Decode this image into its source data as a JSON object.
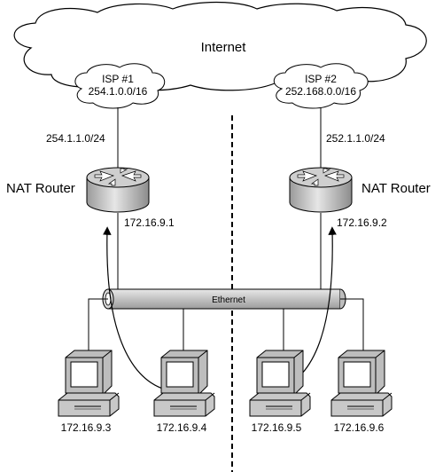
{
  "internet": {
    "label": "Internet"
  },
  "isp1": {
    "name": "ISP #1",
    "network": "254.1.0.0/16",
    "link": "254.1.1.0/24"
  },
  "isp2": {
    "name": "ISP #2",
    "network": "252.168.0.0/16",
    "link": "252.1.1.0/24"
  },
  "router1": {
    "label": "NAT Router",
    "ip": "172.16.9.1"
  },
  "router2": {
    "label": "NAT Router",
    "ip": "172.16.9.2"
  },
  "lan": {
    "label": "Ethernet"
  },
  "hosts": [
    {
      "ip": "172.16.9.3"
    },
    {
      "ip": "172.16.9.4"
    },
    {
      "ip": "172.16.9.5"
    },
    {
      "ip": "172.16.9.6"
    }
  ],
  "colors": {
    "router_body": "#c8c8c8",
    "router_top": "#b0b0b0",
    "pipe": "#bdbdbd",
    "pc_body": "#c4c4c4"
  }
}
